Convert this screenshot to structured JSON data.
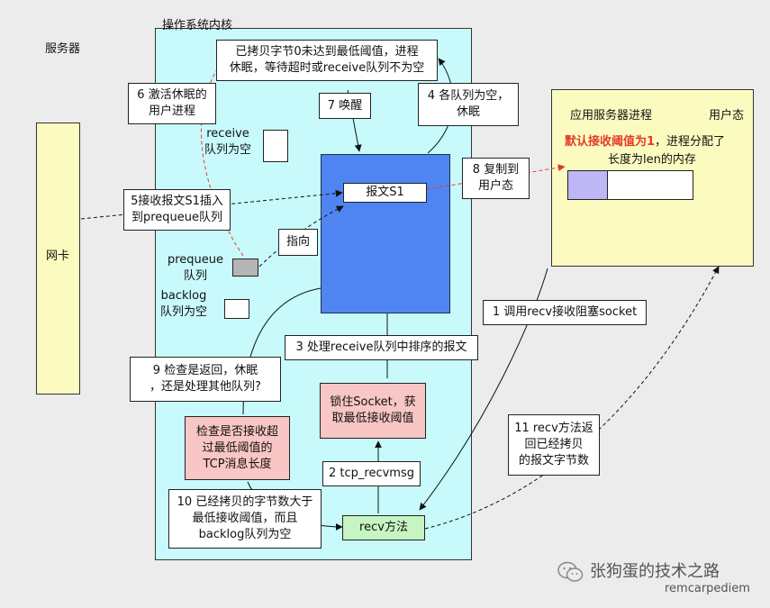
{
  "labels": {
    "server": "服务器",
    "kernel": "操作系统内核",
    "nic": "网卡",
    "app_process": "应用服务器进程",
    "user_mode": "用户态",
    "receive_queue": [
      "receive",
      "队列为空"
    ],
    "prequeue": [
      "prequeue",
      "队列"
    ],
    "backlog": [
      "backlog",
      "队列为空"
    ],
    "default_threshold_highlight": "默认接收阈值为1",
    "default_threshold_rest": "，进程分配了",
    "alloc_line2": "长度为len的内存"
  },
  "steps": {
    "copied_zero": [
      "已拷贝字节0未达到最低阈值，进程",
      "休眠，等待超时或receive队列不为空"
    ],
    "s6_wake": [
      "6 激活休眠的",
      "用户进程"
    ],
    "s7_wake": "7 唤醒",
    "s4_empty": [
      "4 各队列为空，",
      "休眠"
    ],
    "s8_copy": [
      "8 复制到",
      "用户态"
    ],
    "packet_s1": "报文S1",
    "s5_insert": [
      "5接收报文S1插入",
      "到prequeue队列"
    ],
    "pointer": "指向",
    "s1_recv": "1 调用recv接收阻塞socket",
    "s3_process": "3 处理receive队列中排序的报文",
    "s9_check": [
      "9 检查是返回，休眠",
      "，还是处理其他队列?"
    ],
    "lock_socket": [
      "锁住Socket，获",
      "取最低接收阈值"
    ],
    "check_threshold": [
      "检查是否接收超",
      "过最低阈值的",
      "TCP消息长度"
    ],
    "s11_return": [
      "11 recv方法返",
      "回已经拷贝",
      "的报文字节数"
    ],
    "s2_tcp": "2 tcp_recvmsg",
    "s10_copied": [
      "10 已经拷贝的字节数大于",
      "最低接收阈值，而且",
      "backlog队列为空"
    ],
    "recv_method": "recv方法"
  },
  "watermark": {
    "account": "张狗蛋的技术之路",
    "handle": "remcarpediem"
  },
  "colors": {
    "kernel": "#c8fafb",
    "nic": "#fbfbc0",
    "app": "#fbfbc0",
    "socket": "#4f85f2",
    "highlight": "#e53b2a",
    "pink": "#f8c6c4",
    "green": "#c6f5c4",
    "buffer_used": "#bdb7f5"
  }
}
